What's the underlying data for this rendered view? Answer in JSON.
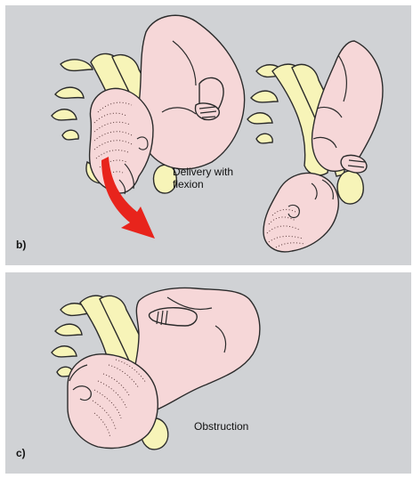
{
  "panel_b": {
    "label": "b)",
    "caption_line1": "Delivery with",
    "caption_line2": "flexion"
  },
  "panel_c": {
    "label": "c)",
    "caption": "Obstruction"
  },
  "colors": {
    "panel_background": "#d0d2d5",
    "pelvis_fill": "#f7f4b8",
    "skin_fill": "#f6d7d8",
    "arrow": "#e8241c"
  }
}
